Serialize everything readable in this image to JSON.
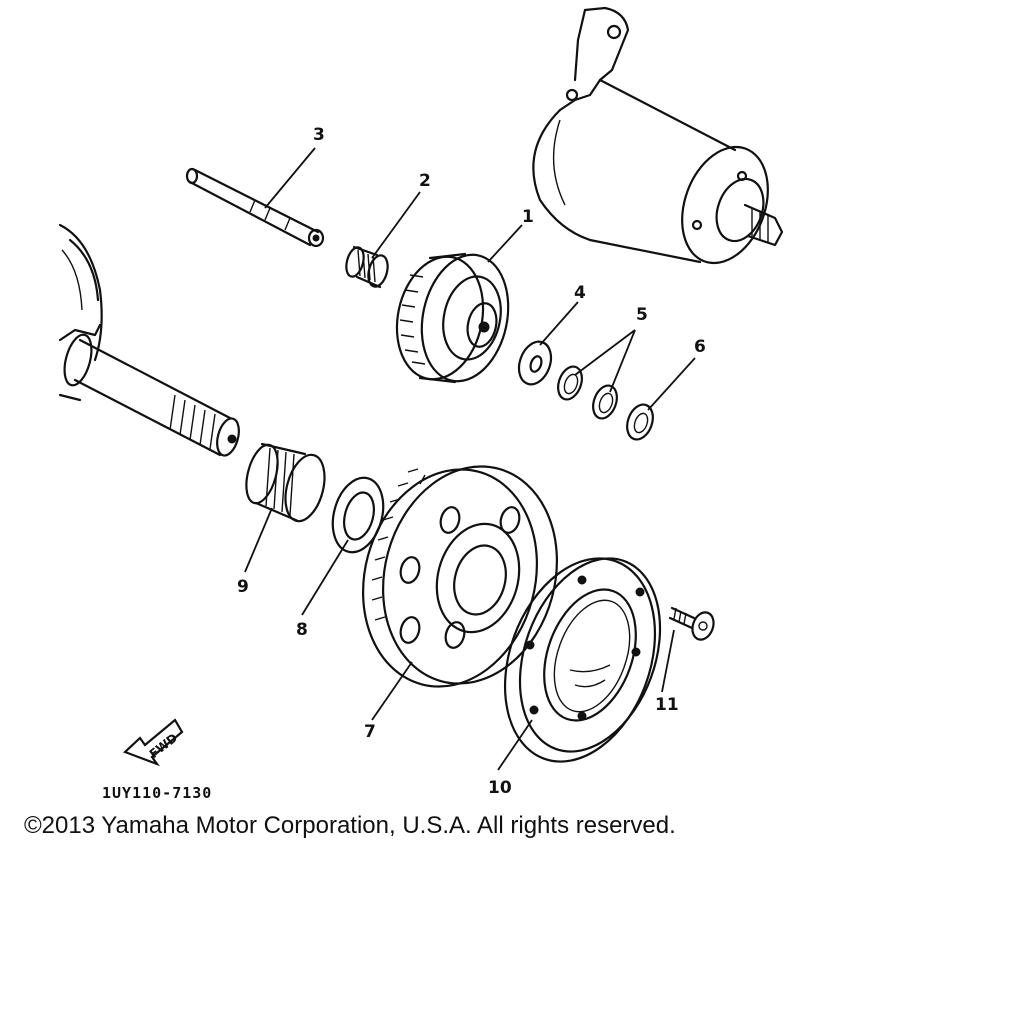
{
  "callouts": {
    "p1": "1",
    "p2": "2",
    "p3": "3",
    "p4": "4",
    "p5": "5",
    "p6": "6",
    "p7": "7",
    "p8": "8",
    "p9": "9",
    "p10": "10",
    "p11": "11"
  },
  "fwd_label": "FWD",
  "diagram_code": "1UY110-7130",
  "copyright": "©2013 Yamaha Motor Corporation, U.S.A. All rights reserved."
}
